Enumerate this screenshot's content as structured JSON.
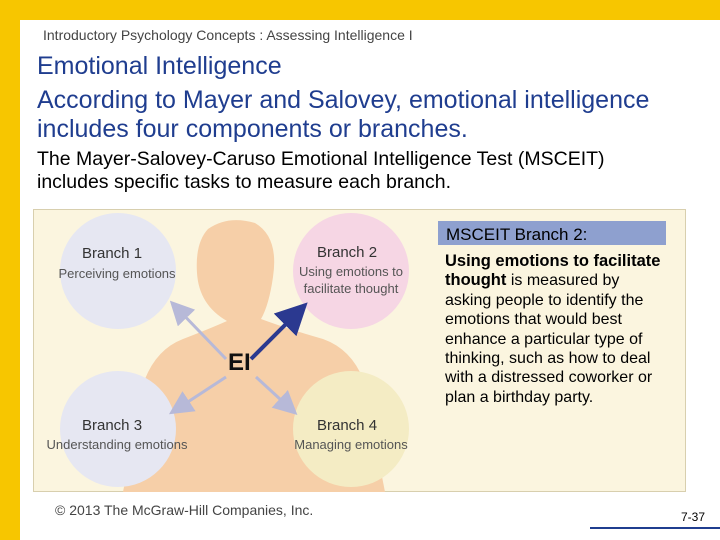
{
  "slide": {
    "subtitle": "Introductory Psychology Concepts : Assessing Intelligence I",
    "title": "Emotional Intelligence",
    "body_1": "According to Mayer and Salovey, emotional intelligence includes four components or branches.",
    "body_2": "The Mayer-Salovey-Caruso Emotional Intelligence Test (MSCEIT) includes specific tasks to measure each branch."
  },
  "figure": {
    "center_label": "EI",
    "branches": [
      {
        "label": "Branch 1",
        "desc": "Perceiving emotions"
      },
      {
        "label": "Branch 2",
        "desc": "Using emotions to facilitate thought"
      },
      {
        "label": "Branch 3",
        "desc": "Understanding emotions"
      },
      {
        "label": "Branch 4",
        "desc": "Managing emotions"
      }
    ],
    "colors": {
      "panel_bg": "#fbf5df",
      "body_silhouette": "#f6cfa8",
      "branch_1_circle": "#e6e7f2",
      "branch_2_circle": "#f6d6e4",
      "branch_3_circle": "#e6e7f2",
      "branch_4_circle": "#f4ecc4",
      "active_arrow": "#2b3990",
      "inactive_arrow": "#b7b9d8"
    }
  },
  "sidebar": {
    "header": "MSCEIT Branch 2:",
    "highlight": "Using emotions to facilitate thought",
    "text": "is measured by asking people to identify the emotions that would best enhance a particular type of thinking, such as how to deal with a distressed coworker or plan a birthday party."
  },
  "footer": {
    "copyright": "© 2013 The McGraw-Hill Companies, Inc.",
    "page_number": "7-37"
  },
  "theme": {
    "accent": "#f7c600",
    "title_color": "#1f3d8f",
    "header_bg": "#8ea0cf"
  }
}
